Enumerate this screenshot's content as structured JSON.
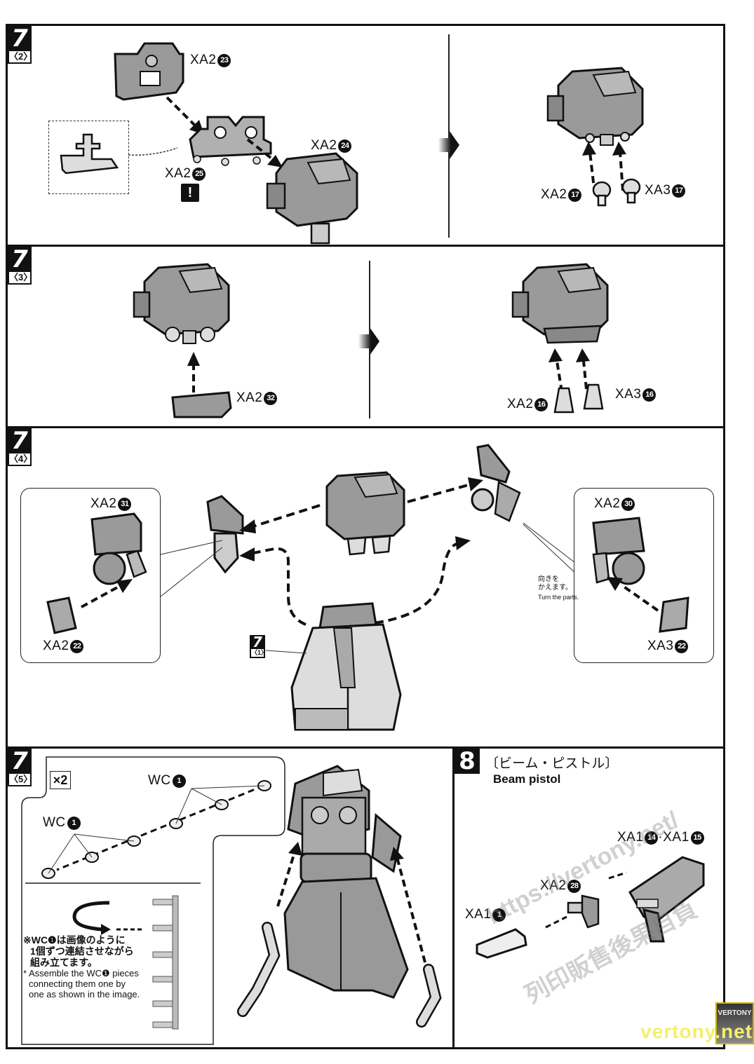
{
  "page": {
    "panels": [
      {
        "id": "7-2",
        "step": "7",
        "substep": "〈2〉",
        "labels": [
          {
            "prefix": "XA2",
            "num": "23"
          },
          {
            "prefix": "XA2",
            "num": "24"
          },
          {
            "prefix": "XA2",
            "num": "25"
          },
          {
            "prefix": "XA2",
            "num": "17"
          },
          {
            "prefix": "XA3",
            "num": "17"
          }
        ],
        "warning": "!"
      },
      {
        "id": "7-3",
        "step": "7",
        "substep": "〈3〉",
        "labels": [
          {
            "prefix": "XA2",
            "num": "32"
          },
          {
            "prefix": "XA2",
            "num": "16"
          },
          {
            "prefix": "XA3",
            "num": "16"
          }
        ]
      },
      {
        "id": "7-4",
        "step": "7",
        "substep": "〈4〉",
        "labels": [
          {
            "prefix": "XA2",
            "num": "31"
          },
          {
            "prefix": "XA2",
            "num": "22"
          },
          {
            "prefix": "XA2",
            "num": "30"
          },
          {
            "prefix": "XA3",
            "num": "22"
          }
        ],
        "ref_step": "7",
        "ref_substep": "〈1〉",
        "turn_note_jp_1": "向きを",
        "turn_note_jp_2": "かえます。",
        "turn_note_en": "Turn the parts."
      },
      {
        "id": "7-5",
        "step": "7",
        "substep": "〈5〉",
        "multiplier": "×2",
        "labels": [
          {
            "prefix": "WC",
            "num": "1"
          },
          {
            "prefix": "WC",
            "num": "1"
          }
        ],
        "note_jp_1": "※WC❶は画像のように",
        "note_jp_2": "1個ずつ連結させながら",
        "note_jp_3": "組み立てます。",
        "note_en_1": "* Assemble the WC❶ pieces",
        "note_en_2": "connecting them one by",
        "note_en_3": "one as shown in the image."
      },
      {
        "id": "8",
        "step": "8",
        "title_jp": "〔ビーム・ピストル〕",
        "title_en": "Beam pistol",
        "labels": [
          {
            "prefix": "XA1",
            "num": "14"
          },
          {
            "prefix": "XA1",
            "num": "15"
          },
          {
            "prefix": "XA2",
            "num": "28"
          },
          {
            "prefix": "XA1",
            "num": "1"
          }
        ],
        "label_separator": "·"
      }
    ],
    "watermark": {
      "url": "https://vertony.net/",
      "cn": "列印販售後果自負",
      "logo_top": "VERTONY",
      "logo_bottom": "vertony.net"
    },
    "colors": {
      "ink": "#111111",
      "part_fill": "#9a9a9a",
      "part_light": "#c8c8c8",
      "logo_yellow": "#f4f06a"
    }
  }
}
